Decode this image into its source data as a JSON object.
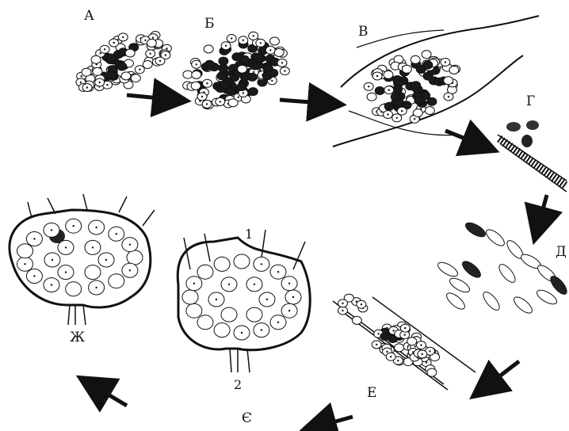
{
  "figure": {
    "stage_labels": {
      "a": "А",
      "b": "Б",
      "v": "В",
      "g": "Г",
      "d": "Д",
      "e": "Е",
      "ye": "Є",
      "zh": "Ж"
    },
    "part_numbers": {
      "top": "1",
      "bottom": "2"
    },
    "ink_color": "#111111",
    "paper_color": "#ffffff"
  }
}
